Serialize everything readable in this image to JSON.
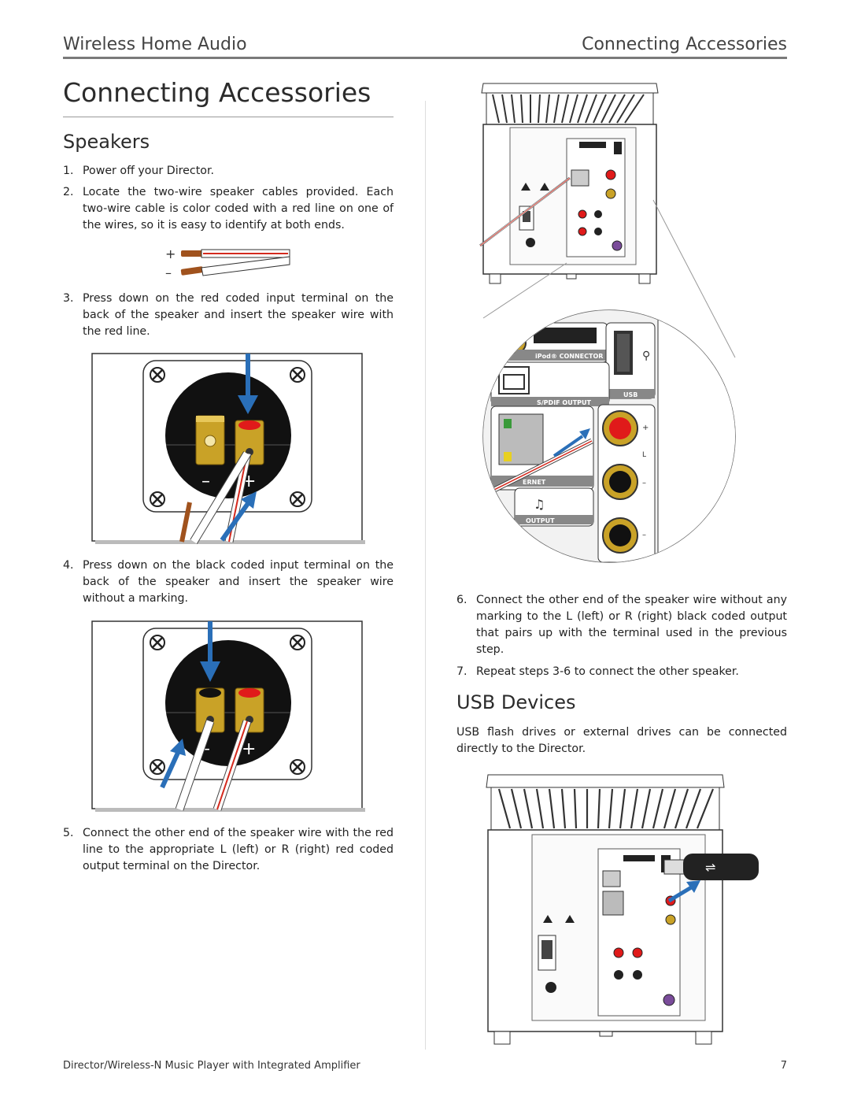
{
  "header": {
    "left": "Wireless Home Audio",
    "right": "Connecting Accessories"
  },
  "page_title": "Connecting Accessories",
  "sections": {
    "speakers": {
      "heading": "Speakers",
      "steps": [
        {
          "num": "1.",
          "text": "Power off your Director."
        },
        {
          "num": "2.",
          "text": "Locate the two-wire speaker cables provided. Each two-wire cable is color coded with a red line on one of the wires, so it is easy to identify at both ends."
        },
        {
          "num": "3.",
          "text": "Press down on the red coded input terminal on the back of the speaker and insert the speaker wire with the red line."
        },
        {
          "num": "4.",
          "text": "Press down on the black coded input terminal on the back of the speaker and insert the speaker wire without a marking."
        },
        {
          "num": "5.",
          "text": "Connect the other end of the speaker wire with the red line to the appropriate L (left) or R (right) red coded output terminal on the Director."
        },
        {
          "num": "6.",
          "text": "Connect the other end of the speaker wire without any marking to the L (left) or R (right) black coded output that pairs up with the terminal used in the previous step."
        },
        {
          "num": "7.",
          "text": "Repeat steps 3-6 to connect the other speaker."
        }
      ],
      "wire_labels": {
        "plus": "+",
        "minus": "–"
      },
      "terminal_labels": {
        "minus": "–",
        "plus": "+"
      }
    },
    "usb": {
      "heading": "USB Devices",
      "text": "USB flash drives or external drives can be connected directly to the Director."
    }
  },
  "panel_labels": {
    "ipod": "iPod® CONNECTOR",
    "usb": "USB",
    "spdif": "S/PDIF OUTPUT",
    "ethernet": "ERNET",
    "output": "OUTPUT",
    "plus": "+",
    "minus": "–",
    "left": "L"
  },
  "footer": {
    "left": "Director/Wireless-N Music Player with Integrated Amplifier",
    "page": "7"
  },
  "colors": {
    "wire_red": "#d42a1e",
    "wire_copper": "#a0521d",
    "arrow_blue": "#2a6fb8",
    "terminal_gold": "#c9a227",
    "terminal_red": "#e01a1a"
  }
}
